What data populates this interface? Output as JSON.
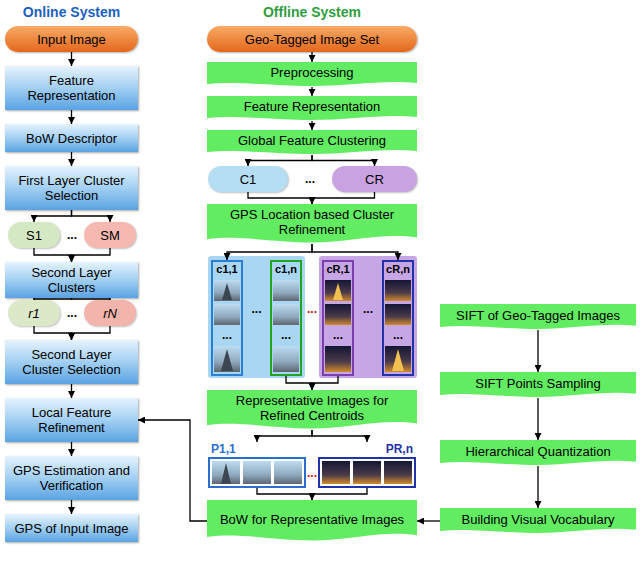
{
  "diagram": {
    "nodes": [
      {
        "text": [
          "Input Image"
        ]
      },
      {
        "text": [
          "Feature Representation"
        ]
      },
      {
        "text": [
          "BoW Descriptor"
        ]
      },
      {
        "text": [
          "First Layer Cluster Selection"
        ]
      },
      {
        "text": [
          "S1"
        ]
      },
      {
        "text": [
          "SM"
        ]
      },
      {
        "text": [
          "Second Layer Clusters"
        ]
      },
      {
        "text": [
          "r1"
        ]
      },
      {
        "text": [
          "rN"
        ]
      },
      {
        "text": [
          "Second Layer Cluster Selection"
        ]
      },
      {
        "text": [
          "Local Feature Refinement"
        ]
      },
      {
        "text": [
          "GPS Estimation and Verification"
        ]
      },
      {
        "text": [
          "GPS of Input Image"
        ]
      },
      {
        "text": [
          "Geo-Tagged Image Set"
        ]
      },
      {
        "text": [
          "Preprocessing"
        ]
      },
      {
        "text": [
          "Feature Representation"
        ]
      },
      {
        "text": [
          "Global Feature Clustering"
        ]
      },
      {
        "text": [
          "C1"
        ]
      },
      {
        "text": [
          "CR"
        ]
      },
      {
        "text": [
          "GPS Location based Cluster Refinement"
        ]
      },
      {
        "text": [
          "c1,1"
        ]
      },
      {
        "text": [
          "c1,n"
        ]
      },
      {
        "text": [
          "cR,1"
        ]
      },
      {
        "text": [
          "cR,n"
        ]
      },
      {
        "text": [
          "Representative Images for Refined Centroids"
        ]
      },
      {
        "text": [
          "P1,1"
        ]
      },
      {
        "text": [
          "PR,n"
        ]
      },
      {
        "text": [
          "BoW for Representative Images"
        ]
      },
      {
        "text": [
          "SIFT of Geo-Tagged Images"
        ]
      },
      {
        "text": [
          "SIFT Points Sampling"
        ]
      },
      {
        "text": [
          "Hierarchical Quantization"
        ]
      },
      {
        "text": [
          "Building Visual Vocabulary"
        ]
      }
    ],
    "edges": [
      {
        "from": 0,
        "to": 1,
        "arrow": "to"
      },
      {
        "from": 1,
        "to": 2,
        "arrow": "to"
      },
      {
        "from": 2,
        "to": 3,
        "arrow": "to"
      },
      {
        "from": 3,
        "to": 4,
        "arrow": "to"
      },
      {
        "from": 3,
        "to": 5,
        "arrow": "to"
      },
      {
        "from": 4,
        "to": 6,
        "arrow": "to"
      },
      {
        "from": 5,
        "to": 6,
        "arrow": "to"
      },
      {
        "from": 6,
        "to": 7,
        "arrow": "to"
      },
      {
        "from": 6,
        "to": 8,
        "arrow": "to"
      },
      {
        "from": 7,
        "to": 9,
        "arrow": "to"
      },
      {
        "from": 8,
        "to": 9,
        "arrow": "to"
      },
      {
        "from": 9,
        "to": 10,
        "arrow": "to"
      },
      {
        "from": 10,
        "to": 11,
        "arrow": "to"
      },
      {
        "from": 11,
        "to": 12,
        "arrow": "to"
      },
      {
        "from": 13,
        "to": 14,
        "arrow": "to"
      },
      {
        "from": 14,
        "to": 15,
        "arrow": "to"
      },
      {
        "from": 15,
        "to": 16,
        "arrow": "to"
      },
      {
        "from": 16,
        "to": 17,
        "arrow": "to"
      },
      {
        "from": 16,
        "to": 18,
        "arrow": "to"
      },
      {
        "from": 17,
        "to": 19,
        "arrow": "to"
      },
      {
        "from": 18,
        "to": 19,
        "arrow": "to"
      },
      {
        "from": 19,
        "to": 20,
        "arrow": "to"
      },
      {
        "from": 19,
        "to": 23,
        "arrow": "to"
      },
      {
        "from": 21,
        "to": 24,
        "arrow": "to"
      },
      {
        "from": 22,
        "to": 24,
        "arrow": "to"
      },
      {
        "from": 24,
        "to": 25,
        "arrow": "to"
      },
      {
        "from": 24,
        "to": 26,
        "arrow": "to"
      },
      {
        "from": 25,
        "to": 27,
        "arrow": "to"
      },
      {
        "from": 26,
        "to": 27,
        "arrow": "to"
      },
      {
        "from": 28,
        "to": 29,
        "arrow": "to"
      },
      {
        "from": 29,
        "to": 30,
        "arrow": "to"
      },
      {
        "from": 30,
        "to": 31,
        "arrow": "to"
      },
      {
        "from": 31,
        "to": 27,
        "arrow": "to"
      },
      {
        "from": 27,
        "to": 10,
        "arrow": "to"
      }
    ],
    "labels": [
      "Online System",
      "Offline System",
      "...",
      "...",
      "...",
      "...",
      "...",
      "...",
      "...",
      "...",
      "...",
      "...",
      "..."
    ]
  }
}
